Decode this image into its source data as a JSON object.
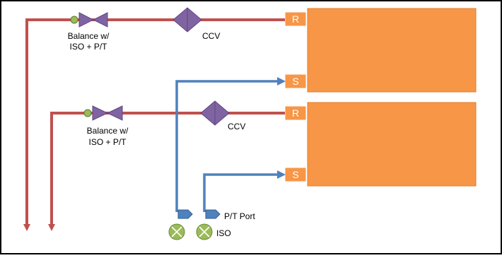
{
  "units": {
    "upper": {
      "return_tag": "R",
      "supply_tag": "S",
      "valve_label_line1": "Balance w/",
      "valve_label_line2": "ISO + P/T",
      "ccv_label": "CCV"
    },
    "lower": {
      "return_tag": "R",
      "supply_tag": "S",
      "valve_label_line1": "Balance w/",
      "valve_label_line2": "ISO + P/T",
      "ccv_label": "CCV"
    }
  },
  "supply_side": {
    "pt_port_label": "P/T Port",
    "iso_label": "ISO"
  },
  "colors": {
    "return_pipe": "#c0504d",
    "supply_pipe": "#4f81bd",
    "unit_fill": "#f79646",
    "unit_stroke": "#d9822b",
    "valve_fill": "#8064a2",
    "iso_fill": "#9bbb59",
    "text": "#000000"
  },
  "icons": {
    "balance_valve": "butterfly-valve-icon",
    "ccv": "diamond-control-valve-icon",
    "iso_valve": "circle-cross-iso-icon",
    "pt_port": "pentagon-port-icon",
    "flow_arrow": "arrow-head-icon"
  }
}
